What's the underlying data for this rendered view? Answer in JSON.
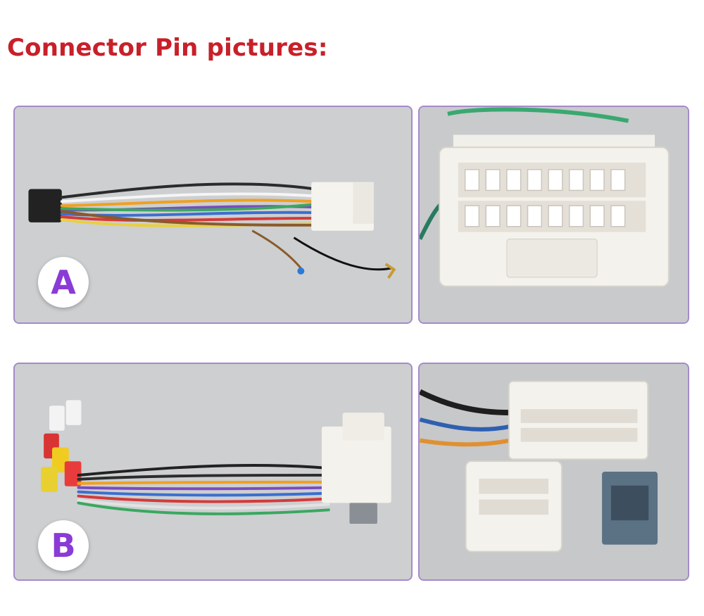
{
  "page": {
    "title": "Connector Pin pictures:"
  },
  "colors": {
    "title": "#c8202a",
    "panel_border": "#a58ac9",
    "badge_text": "#8a3bd6"
  },
  "panels": [
    {
      "badge": "A"
    },
    {
      "badge": "B"
    }
  ]
}
